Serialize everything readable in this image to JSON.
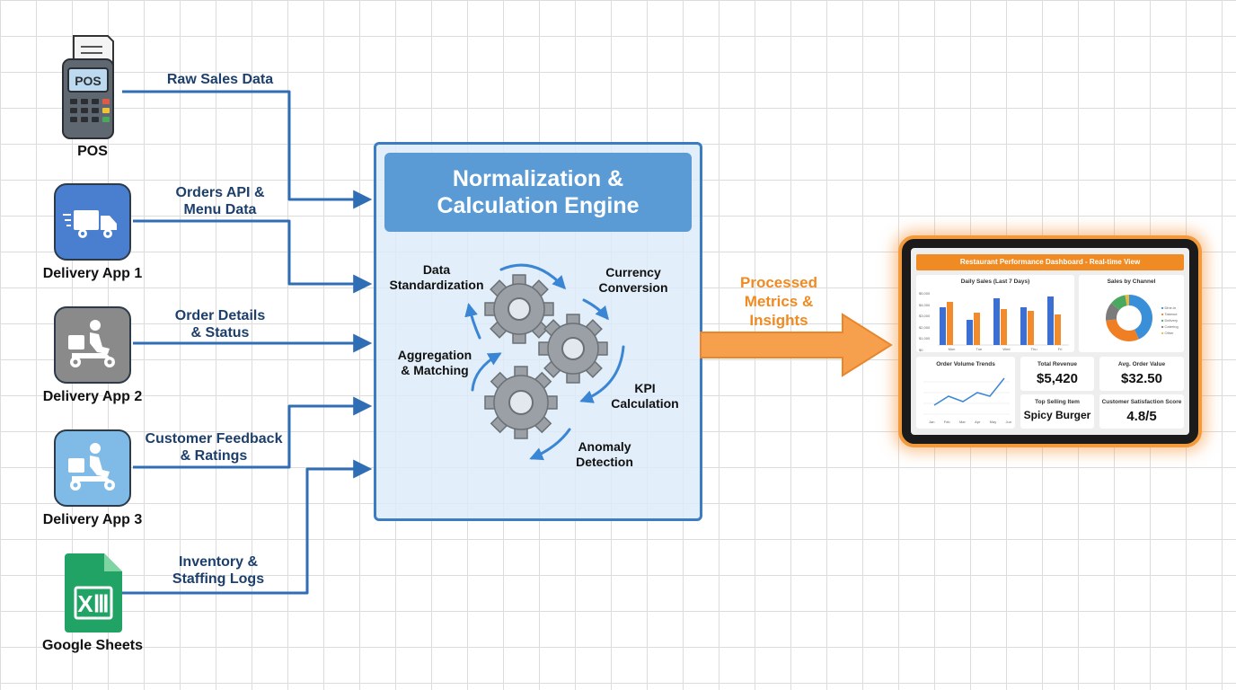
{
  "sources": [
    {
      "name": "POS",
      "icon": "pos-terminal-icon",
      "screen_text": "POS"
    },
    {
      "name": "Delivery App 1",
      "icon": "delivery-truck-icon",
      "tile_color": "#4a7fd0"
    },
    {
      "name": "Delivery App 2",
      "icon": "scooter-courier-icon",
      "tile_color": "#8a8a8a"
    },
    {
      "name": "Delivery App 3",
      "icon": "scooter-courier-icon",
      "tile_color": "#7fbbe6"
    },
    {
      "name": "Google Sheets",
      "icon": "excel-sheet-icon",
      "tile_color": "#21a366",
      "mark_text": "XⅢ"
    }
  ],
  "flows": [
    {
      "label": "Raw Sales Data"
    },
    {
      "label_line1": "Orders API &",
      "label_line2": "Menu Data"
    },
    {
      "label_line1": "Order Details",
      "label_line2": "& Status"
    },
    {
      "label_line1": "Customer Feedback",
      "label_line2": "& Ratings"
    },
    {
      "label_line1": "Inventory &",
      "label_line2": "Staffing Logs"
    }
  ],
  "engine": {
    "title_line1": "Normalization &",
    "title_line2": "Calculation Engine",
    "steps": [
      {
        "line1": "Data",
        "line2": "Standardization"
      },
      {
        "line1": "Currency",
        "line2": "Conversion"
      },
      {
        "line1": "Aggregation",
        "line2": "& Matching"
      },
      {
        "line1": "KPI",
        "line2": "Calculation"
      },
      {
        "line1": "Anomaly",
        "line2": "Detection"
      }
    ]
  },
  "output": {
    "line1": "Processed",
    "line2": "Metrics &",
    "line3": "Insights",
    "color": "#f08a22"
  },
  "dashboard": {
    "title": "Restaurant Performance Dashboard - Real-time View",
    "daily_sales": {
      "title": "Daily Sales (Last 7 Days)",
      "y_ticks": [
        "$5,000",
        "$4,000",
        "$3,000",
        "$2,000",
        "$1,000",
        "$0"
      ],
      "x_ticks": [
        "Mon",
        "Tue",
        "Wed",
        "Thu",
        "Fri"
      ],
      "series_colors": [
        "#3b6fd4",
        "#f28b2c"
      ]
    },
    "sales_by_channel": {
      "title": "Sales by Channel",
      "legend": [
        "Dine-in",
        "Takeout",
        "Delivery",
        "Catering",
        "Other"
      ],
      "slice_colors": [
        "#3a8fd9",
        "#f07f24",
        "#4aa860",
        "#7b7b7b",
        "#e8b93a"
      ]
    },
    "order_volume": {
      "title": "Order Volume Trends",
      "x_ticks": [
        "Jan",
        "Feb",
        "Mar",
        "Apr",
        "May",
        "Jun"
      ]
    },
    "kpis": [
      {
        "title": "Total Revenue",
        "value": "$5,420"
      },
      {
        "title": "Avg. Order Value",
        "value": "$32.50"
      },
      {
        "title": "Top Selling Item",
        "value": "Spicy Burger"
      },
      {
        "title": "Customer Satisfaction Score",
        "value": "4.8/5"
      }
    ]
  },
  "colors": {
    "flow_arrow": "#2f6db5",
    "engine_border": "#3b7cc2",
    "engine_title_bg": "#5b9bd5",
    "output_arrow": "#f6a04d"
  }
}
